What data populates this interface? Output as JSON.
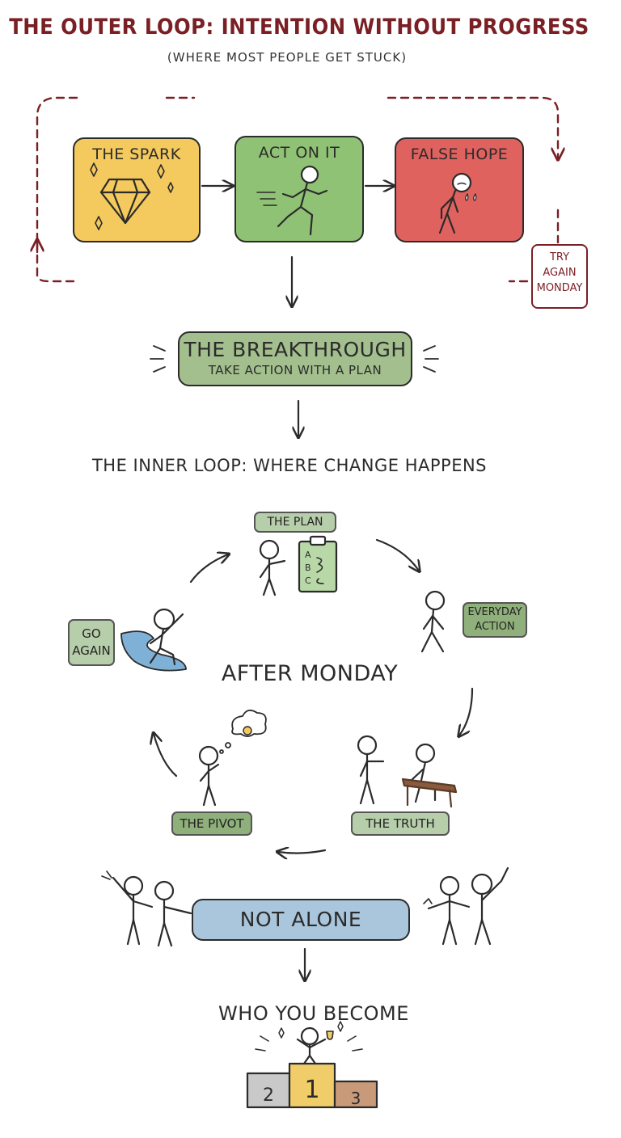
{
  "header": {
    "title": "THE OUTER LOOP: INTENTION WITHOUT PROGRESS",
    "subtitle": "(WHERE MOST PEOPLE GET STUCK)"
  },
  "outer_loop": {
    "steps": [
      {
        "label": "THE SPARK",
        "color": "#f4c95d",
        "icon": "diamond-icon"
      },
      {
        "label": "ACT ON IT",
        "color": "#8fc274",
        "icon": "running-figure-icon"
      },
      {
        "label": "FALSE HOPE",
        "color": "#e0625f",
        "icon": "crying-figure-icon"
      }
    ],
    "loop_back": {
      "line1": "TRY",
      "line2": "AGAIN",
      "line3": "MONDAY"
    }
  },
  "breakthrough": {
    "title": "THE BREAKTHROUGH",
    "subtitle": "TAKE ACTION WITH A PLAN",
    "color": "#a3bf8e"
  },
  "inner_loop": {
    "title": "THE INNER LOOP: WHERE CHANGE HAPPENS",
    "center": "AFTER MONDAY",
    "plan": {
      "label": "THE PLAN",
      "list": [
        "A",
        "B",
        "C"
      ]
    },
    "everyday": {
      "line1": "EVERYDAY",
      "line2": "ACTION"
    },
    "truth": {
      "label": "THE TRUTH"
    },
    "pivot": {
      "label": "THE PIVOT"
    },
    "go_again": {
      "line1": "GO",
      "line2": "AGAIN"
    }
  },
  "support": {
    "label": "NOT ALONE",
    "color": "#a9c6dc"
  },
  "result": {
    "title": "WHO YOU BECOME",
    "podium": [
      "2",
      "1",
      "3"
    ]
  }
}
